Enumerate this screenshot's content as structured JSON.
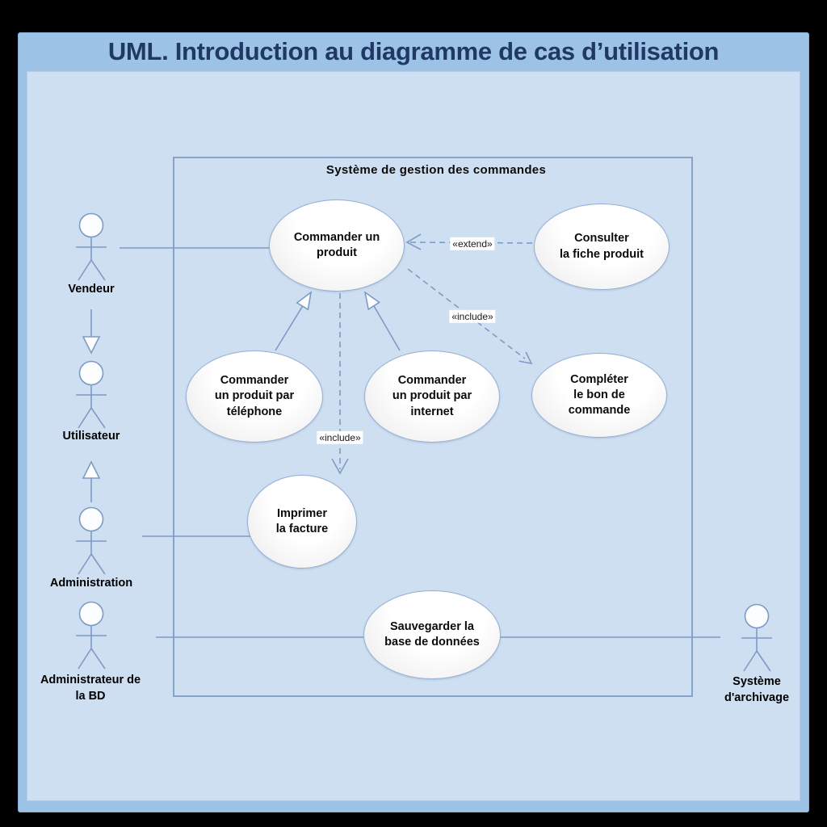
{
  "title": "UML. Introduction au diagramme de cas d’utilisation",
  "system_boundary": {
    "label": "Système de gestion des commandes"
  },
  "use_cases": {
    "commander_produit": {
      "label": "Commander un\nproduit"
    },
    "consulter_fiche": {
      "label": "Consulter\nla fiche produit"
    },
    "commander_telephone": {
      "label": "Commander\nun produit par\ntéléphone"
    },
    "commander_internet": {
      "label": "Commander\nun produit par\ninternet"
    },
    "completer_bon": {
      "label": "Compléter\nle bon de\ncommande"
    },
    "imprimer_facture": {
      "label": "Imprimer\nla facture"
    },
    "sauvegarder_bd": {
      "label": "Sauvegarder la\nbase de données"
    }
  },
  "actors": {
    "vendeur": {
      "label": "Vendeur"
    },
    "utilisateur": {
      "label": "Utilisateur"
    },
    "administration": {
      "label": "Administration"
    },
    "administrateur_bd": {
      "label": "Administrateur de\nla BD"
    },
    "systeme_archivage": {
      "label": "Système\nd'archivage"
    }
  },
  "stereotypes": {
    "extend": "«extend»",
    "include_bon": "«include»",
    "include_facture": "«include»"
  },
  "colors": {
    "frame": "#000000",
    "panel": "#9CC2E5",
    "canvas": "#CEDFF2",
    "title_text": "#1F3864",
    "stroke": "#7E9BC4",
    "usecase_border": "#96AFD3",
    "label_text": "#000000",
    "stereotype_bg": "#FFFFFF"
  }
}
